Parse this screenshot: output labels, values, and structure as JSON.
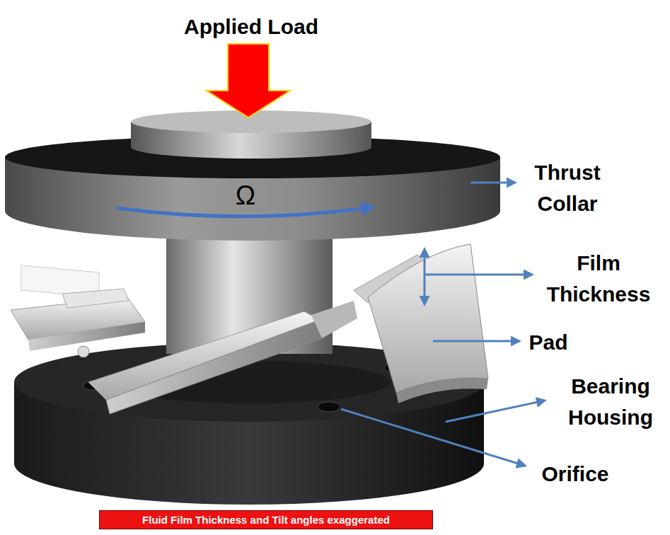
{
  "diagram": {
    "nodes": [
      {
        "text": [
          "Fluid Film Thickness and Tilt angles exaggerated"
        ]
      }
    ],
    "labels": [
      "Applied Load",
      "Ω",
      "Thrust Collar",
      "Film Thickness",
      "Pad",
      "Bearing Housing",
      "Orifice"
    ]
  }
}
